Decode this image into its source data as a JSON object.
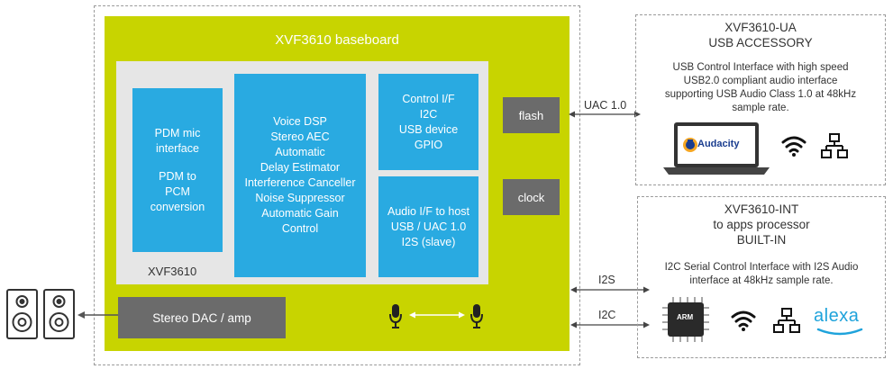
{
  "baseboard": {
    "title": "XVF3610 baseboard"
  },
  "chip": {
    "label": "XVF3610",
    "pdm_block": [
      "PDM mic",
      "interface",
      "",
      "PDM to",
      "PCM",
      "conversion"
    ],
    "dsp_block": [
      "Voice DSP",
      "Stereo AEC",
      "Automatic",
      "Delay Estimator",
      "Interference Canceller",
      "Noise Suppressor",
      "Automatic Gain",
      "Control"
    ],
    "control_block": [
      "Control I/F",
      "I2C",
      "USB device",
      "GPIO"
    ],
    "audio_block": [
      "Audio I/F to host",
      "USB / UAC 1.0",
      "I2S (slave)"
    ]
  },
  "flash": "flash",
  "clock": "clock",
  "dac": "Stereo DAC / amp",
  "links": {
    "uac": "UAC 1.0",
    "i2s": "I2S",
    "i2c": "I2C"
  },
  "usb_accessory": {
    "title": "XVF3610-UA",
    "subtitle": "USB ACCESSORY",
    "description": [
      "USB Control Interface with high speed",
      "USB2.0 compliant audio interface",
      "supporting USB Audio Class 1.0 at 48kHz",
      "sample rate."
    ],
    "app_name": "Audacity"
  },
  "built_in": {
    "title": "XVF3610-INT",
    "subtitle1": "to apps processor",
    "subtitle2": "BUILT-IN",
    "description": [
      "I2C Serial Control Interface with I2S Audio",
      "interface at 48kHz sample rate."
    ],
    "chip_label": "ARM",
    "brand": "alexa"
  },
  "icons": [
    "speaker-icon",
    "microphone-icon",
    "wifi-icon",
    "network-icon",
    "laptop-icon",
    "arm-chip-icon",
    "alexa-logo"
  ]
}
